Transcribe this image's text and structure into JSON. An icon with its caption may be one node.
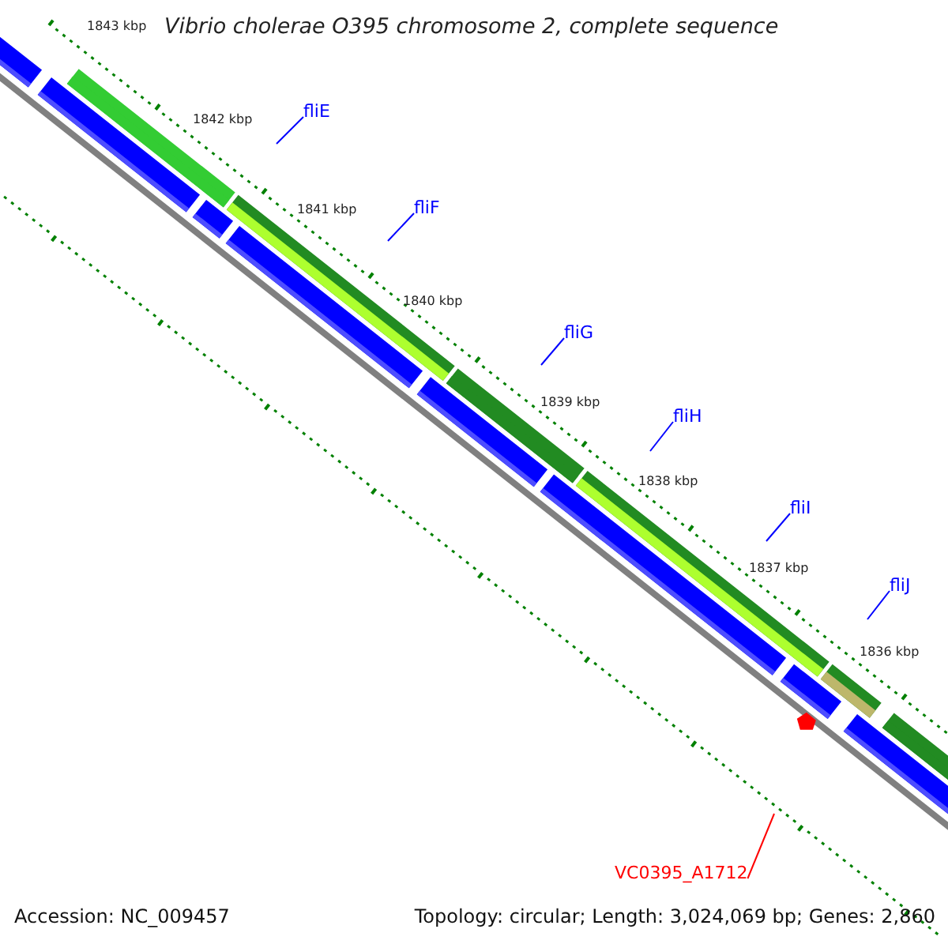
{
  "diagram": {
    "title": "Vibrio cholerae O395 chromosome 2, complete sequence",
    "nodes": [
      {
        "text": [
          "fliE"
        ]
      },
      {
        "text": [
          "fliF"
        ]
      },
      {
        "text": [
          "fliG"
        ]
      },
      {
        "text": [
          "fliH"
        ]
      },
      {
        "text": [
          "fliI"
        ]
      },
      {
        "text": [
          "fliJ"
        ]
      },
      {
        "text": [
          "VC0395_A1712"
        ]
      }
    ],
    "edges": [
      {
        "from": 0,
        "to": null,
        "arrow": "none"
      },
      {
        "from": 1,
        "to": null,
        "arrow": "none"
      },
      {
        "from": 2,
        "to": null,
        "arrow": "none"
      },
      {
        "from": 3,
        "to": null,
        "arrow": "none"
      },
      {
        "from": 4,
        "to": null,
        "arrow": "none"
      },
      {
        "from": 5,
        "to": null,
        "arrow": "none"
      },
      {
        "from": 6,
        "to": null,
        "arrow": "none",
        "color": "#ff0000"
      }
    ],
    "labels": [
      "1843 kbp",
      "1842 kbp",
      "1841 kbp",
      "1840 kbp",
      "1839 kbp",
      "1838 kbp",
      "1837 kbp",
      "1836 kbp",
      "Accession: NC_009457",
      "Topology: circular; Length: 3,024,069 bp; Genes: 2,860"
    ]
  }
}
